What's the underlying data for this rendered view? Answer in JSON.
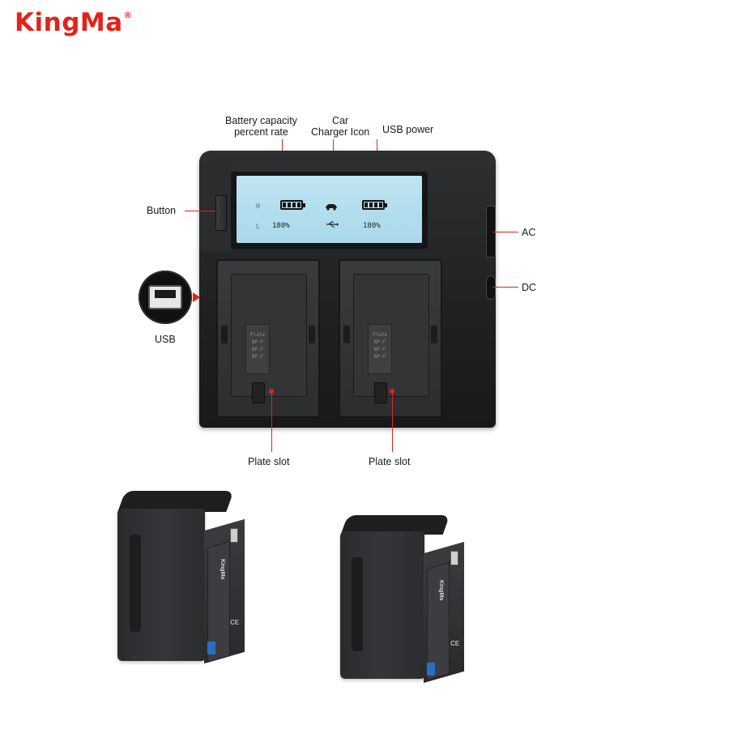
{
  "brand": {
    "logo_text": "KingMa",
    "registered_mark": "®"
  },
  "callouts": {
    "battery_capacity": "Battery capacity\npercent rate",
    "car_charger_icon": "Car\nCharger Icon",
    "usb_power": "USB power",
    "button": "Button",
    "ac": "AC",
    "dc": "DC",
    "usb": "USB",
    "plate_slot_left": "Plate slot",
    "plate_slot_right": "Plate slot"
  },
  "lcd": {
    "left_mark_top": "H",
    "left_mark_bottom": "L",
    "percent_left": "180%",
    "percent_right": "180%",
    "car_icon": "car-icon",
    "usb_icon": "usb-icon"
  },
  "plate_labels": {
    "left": "Plate\nNP-F\nNP-F\nNP-F",
    "right": "Plate\nNP-F\nNP-F\nNP-F"
  },
  "battery": {
    "brand": "KingMa",
    "ce": "CE"
  },
  "colors": {
    "accent": "#e2231a",
    "lcd": "#bfe4f2",
    "body": "#1f2022"
  }
}
